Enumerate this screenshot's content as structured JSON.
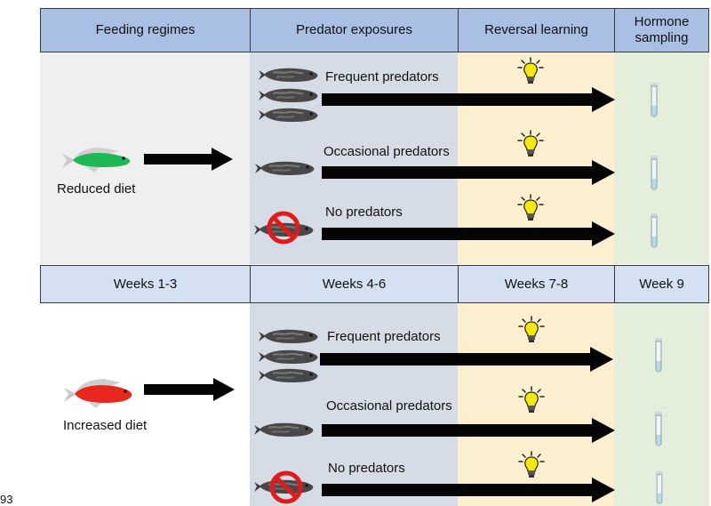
{
  "headers": {
    "feeding": "Feeding regimes",
    "predator": "Predator exposures",
    "reversal": "Reversal learning",
    "hormone": "Hormone sampling"
  },
  "weeks": {
    "w1": "Weeks 1-3",
    "w2": "Weeks 4-6",
    "w3": "Weeks 7-8",
    "w4": "Week 9"
  },
  "top": {
    "diet": "Reduced diet",
    "frequent": "Frequent predators",
    "occasional": "Occasional predators",
    "none": "No predators"
  },
  "bottom": {
    "diet": "Increased diet",
    "frequent": "Frequent predators",
    "occasional": "Occasional predators",
    "none": "No predators"
  },
  "page_number": "93",
  "colors": {
    "header_blue": "#a9bfe3",
    "week_blue": "#d5e0f2",
    "feeding_bg": "#efefef",
    "predator_bg": "#d5dce6",
    "learning_bg": "#fcefcf",
    "hormone_bg": "#e3efdb",
    "reduced_fish": "#1db954",
    "increased_fish": "#e8281e"
  },
  "icons": [
    "fish-icon",
    "predator-fish-icon",
    "lightbulb-icon",
    "test-tube-icon",
    "no-sign-icon",
    "arrow-icon"
  ]
}
